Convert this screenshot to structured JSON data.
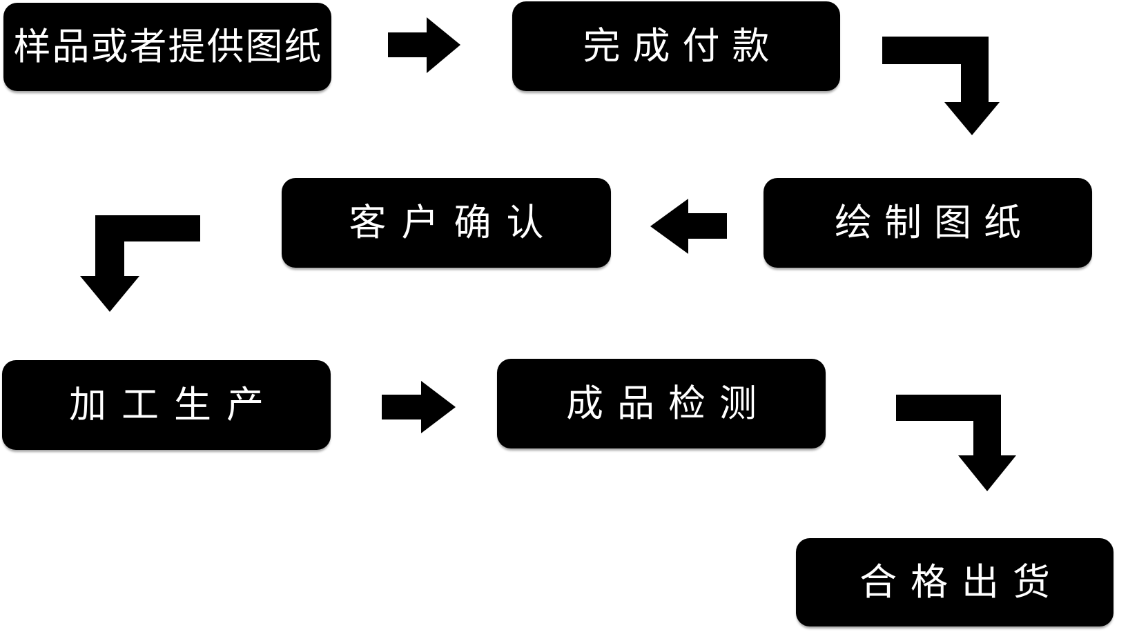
{
  "diagram": {
    "colors": {
      "background": "#ffffff",
      "node_fill": "#000000",
      "node_text": "#ffffff",
      "arrow": "#000000"
    },
    "nodes": [
      {
        "id": "sample-or-drawing",
        "label": "样品或者提供图纸"
      },
      {
        "id": "complete-payment",
        "label": "完成付款"
      },
      {
        "id": "draw-drawings",
        "label": "绘制图纸"
      },
      {
        "id": "customer-confirm",
        "label": "客户确认"
      },
      {
        "id": "processing-production",
        "label": "加工生产"
      },
      {
        "id": "product-inspection",
        "label": "成品检测"
      },
      {
        "id": "qualified-shipment",
        "label": "合格出货"
      }
    ],
    "arrows": [
      {
        "from": "sample-or-drawing",
        "to": "complete-payment",
        "shape": "block-arrow-right"
      },
      {
        "from": "complete-payment",
        "to": "draw-drawings",
        "shape": "elbow-right-then-down"
      },
      {
        "from": "draw-drawings",
        "to": "customer-confirm",
        "shape": "block-arrow-left"
      },
      {
        "from": "customer-confirm",
        "to": "processing-production",
        "shape": "elbow-left-then-down"
      },
      {
        "from": "processing-production",
        "to": "product-inspection",
        "shape": "block-arrow-right"
      },
      {
        "from": "product-inspection",
        "to": "qualified-shipment",
        "shape": "elbow-right-then-down"
      }
    ]
  }
}
